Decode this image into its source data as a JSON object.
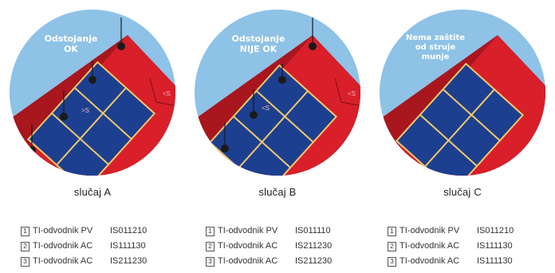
{
  "colors": {
    "sky": "#8ec2e6",
    "roof": "#d81f2a",
    "roof_dark": "#a8161e",
    "panel": "#1d3f8f",
    "panel_grid": "#f0c96a",
    "cable": "#1a1a1a"
  },
  "cases": [
    {
      "label": "slučaj A",
      "status_lines": [
        "Odstojanje",
        "OK"
      ],
      "distance_marks": [
        ">S",
        "<S"
      ],
      "spec": [
        {
          "num": "1",
          "desc": "TI-odvodnik PV",
          "code": "IS011210"
        },
        {
          "num": "2",
          "desc": "TI-odvodnik AC",
          "code": "IS111130"
        },
        {
          "num": "3",
          "desc": "TI-odvodnik AC",
          "code": "IS211230"
        }
      ]
    },
    {
      "label": "slučaj B",
      "status_lines": [
        "Odstojanje",
        "NIJE OK"
      ],
      "distance_marks": [
        "<S",
        "<S"
      ],
      "spec": [
        {
          "num": "1",
          "desc": "TI-odvodnik PV",
          "code": "IS011110"
        },
        {
          "num": "2",
          "desc": "TI-odvodnik AC",
          "code": "IS211230"
        },
        {
          "num": "3",
          "desc": "TI-odvodnik AC",
          "code": "IS211230"
        }
      ]
    },
    {
      "label": "slučaj C",
      "status_lines": [
        "Nema zaštite",
        "od struje",
        "munje"
      ],
      "distance_marks": [],
      "spec": [
        {
          "num": "1",
          "desc": "TI-odvodnik PV",
          "code": "IS011210"
        },
        {
          "num": "2",
          "desc": "TI-odvodnik AC",
          "code": "IS111130"
        },
        {
          "num": "3",
          "desc": "TI-odvodnik AC",
          "code": "IS111130"
        }
      ]
    }
  ]
}
